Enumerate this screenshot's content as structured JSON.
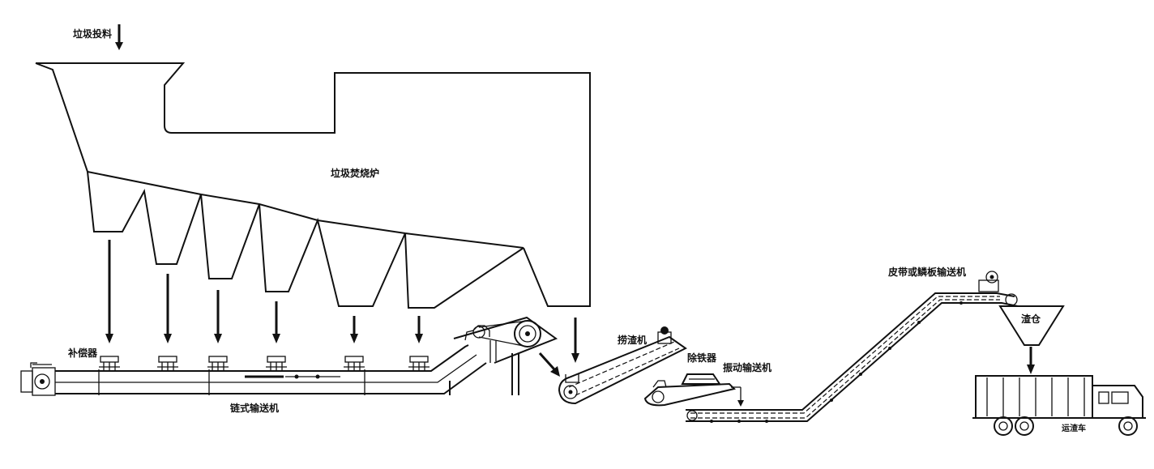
{
  "labels": {
    "garbage_feed": "垃圾投料",
    "incinerator": "垃圾焚烧炉",
    "compensator": "补偿器",
    "chain_conveyor": "链式输送机",
    "slag_extractor": "捞渣机",
    "iron_remover": "除铁器",
    "vibrating_conveyor": "振动输送机",
    "belt_or_apron_conveyor": "皮带或鳞板输送机",
    "slag_bin": "渣仓",
    "transport_truck": "运渣车"
  }
}
